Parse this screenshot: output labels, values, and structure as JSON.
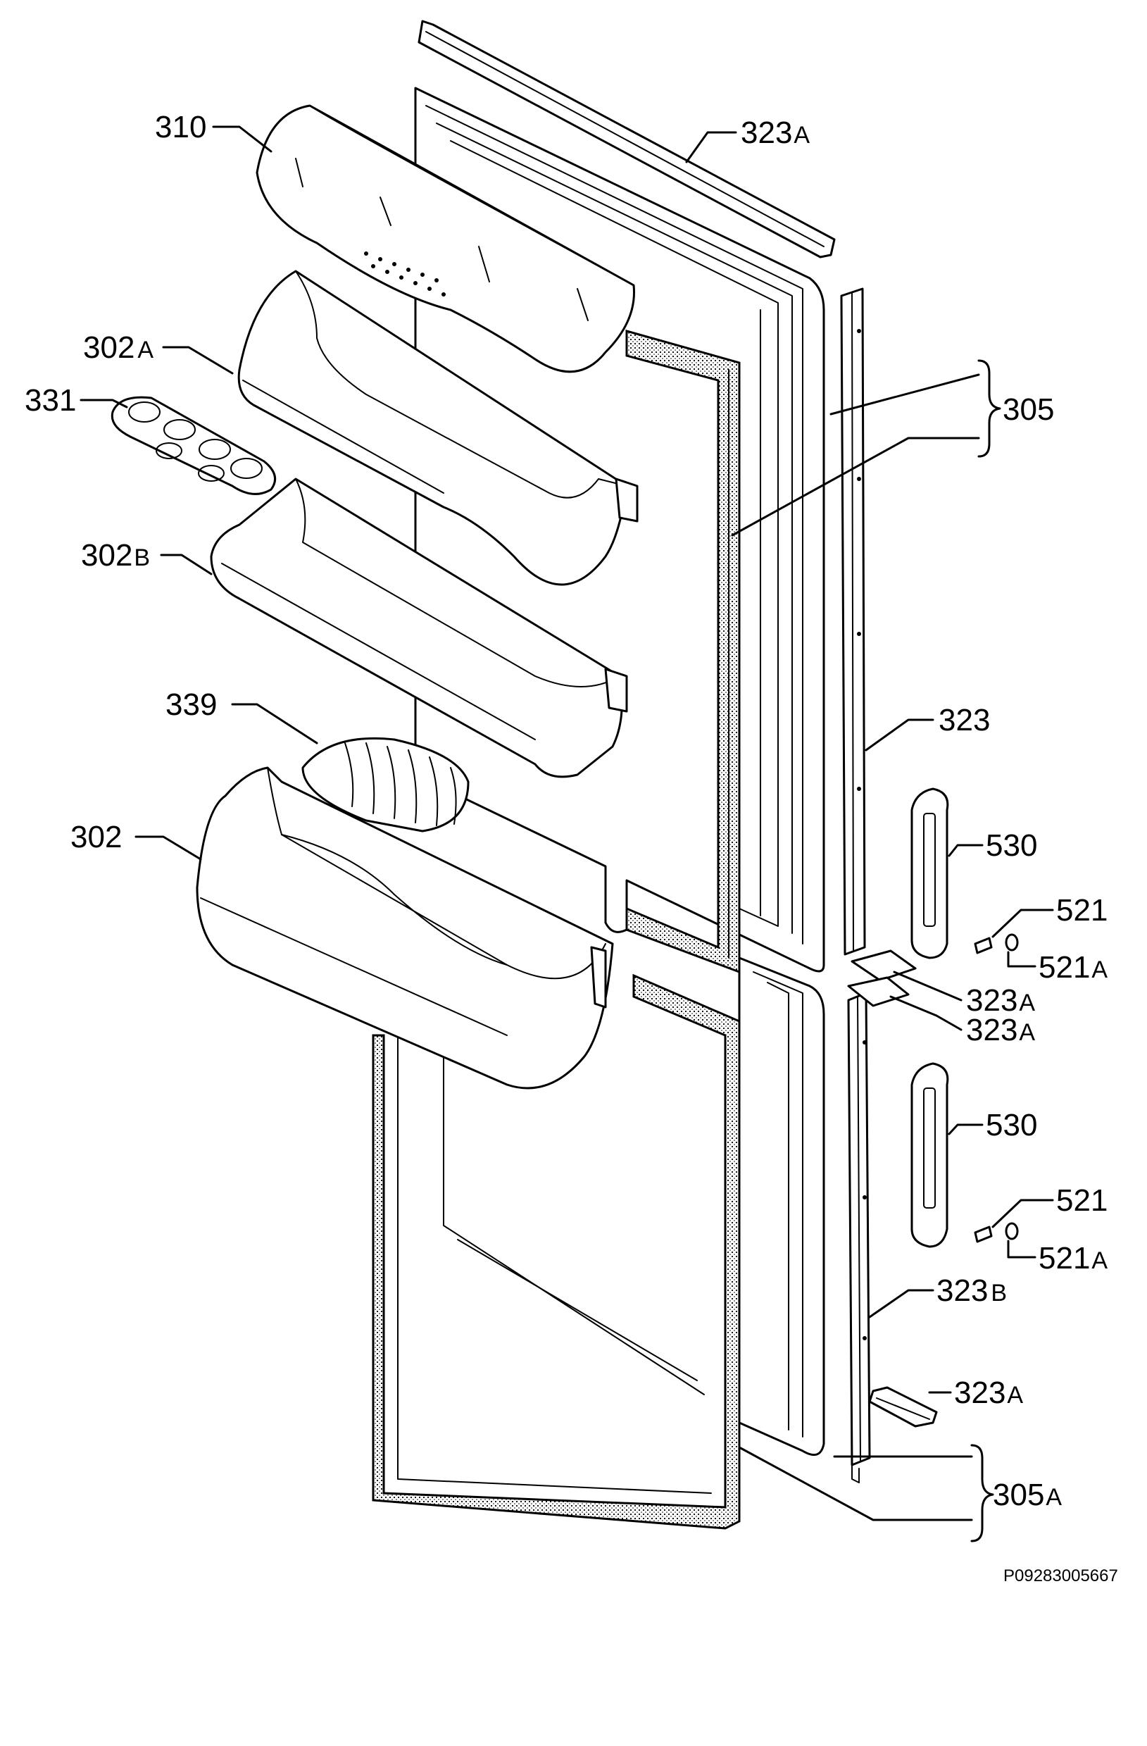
{
  "diagram": {
    "labels": {
      "p310": "310",
      "p323a_top_num": "323",
      "p323a_top_suf": "A",
      "p302a_num": "302",
      "p302a_suf": "A",
      "p305": "305",
      "p331": "331",
      "p302b_num": "302",
      "p302b_suf": "B",
      "p339": "339",
      "p323": "323",
      "p302": "302",
      "p530_top": "530",
      "p521_top": "521",
      "p521a_top_num": "521",
      "p521a_top_suf": "A",
      "p323a_mid1_num": "323",
      "p323a_mid1_suf": "A",
      "p323a_mid2_num": "323",
      "p323a_mid2_suf": "A",
      "p530_bot": "530",
      "p521_bot": "521",
      "p521a_bot_num": "521",
      "p521a_bot_suf": "A",
      "p323b_num": "323",
      "p323b_suf": "B",
      "p323a_bot_num": "323",
      "p323a_bot_suf": "A",
      "p305a_num": "305",
      "p305a_suf": "A"
    },
    "drawing_code": "P09283005667"
  }
}
